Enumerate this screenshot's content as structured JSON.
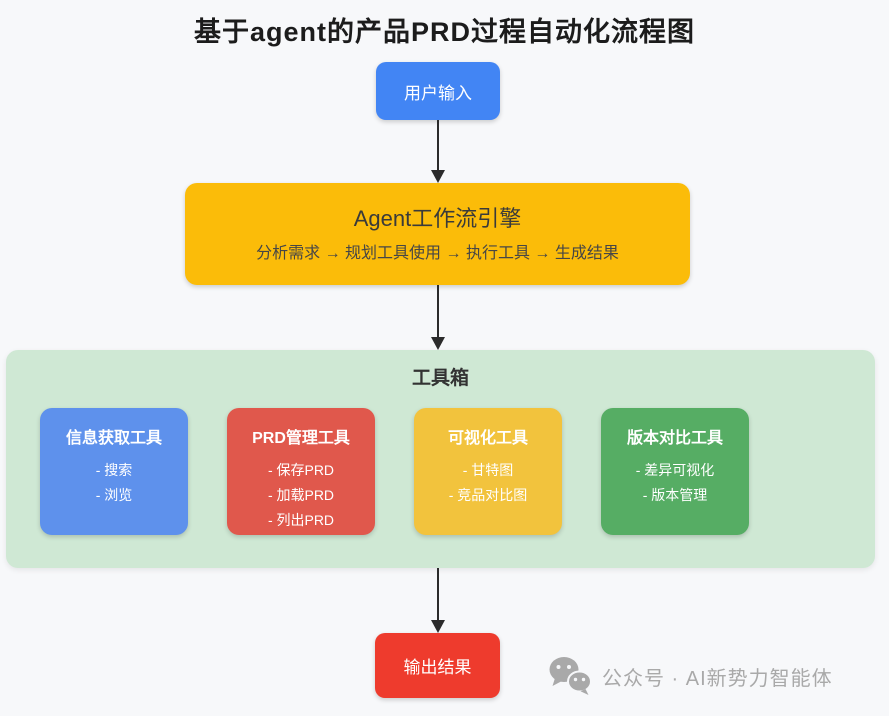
{
  "page": {
    "background": "#f7f8fa",
    "arrow_color": "#2b2b2b"
  },
  "title": "基于agent的产品PRD过程自动化流程图",
  "flow": {
    "input": {
      "label": "用户输入",
      "color": "#4285f4"
    },
    "engine": {
      "title": "Agent工作流引擎",
      "subtitle": "分析需求 → 规划工具使用 → 执行工具 → 生成结果",
      "color": "#fbbc09"
    },
    "toolbox": {
      "title": "工具箱",
      "color": "#cfe8d4",
      "tools": [
        {
          "title": "信息获取工具",
          "color": "#5e91ec",
          "items": [
            "- 搜索",
            "- 浏览"
          ]
        },
        {
          "title": "PRD管理工具",
          "color": "#e0584c",
          "items": [
            "- 保存PRD",
            "- 加载PRD",
            "- 列出PRD"
          ]
        },
        {
          "title": "可视化工具",
          "color": "#f2c33d",
          "items": [
            "- 甘特图",
            "- 竞品对比图"
          ]
        },
        {
          "title": "版本对比工具",
          "color": "#56ad64",
          "items": [
            "- 差异可视化",
            "- 版本管理"
          ]
        }
      ]
    },
    "output": {
      "label": "输出结果",
      "color": "#ee3b2d"
    }
  },
  "watermark": {
    "icon": "wechat-icon",
    "text": "公众号 · AI新势力智能体",
    "color": "#a9a9a9"
  }
}
